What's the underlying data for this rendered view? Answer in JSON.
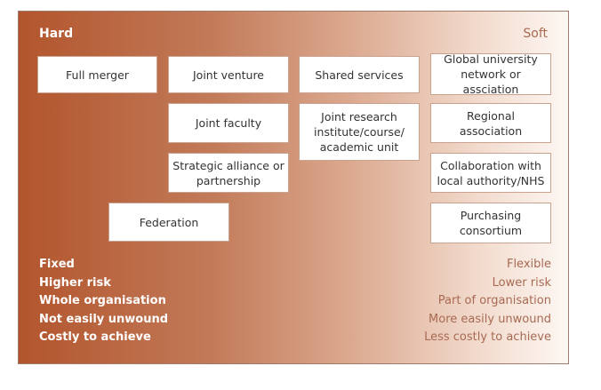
{
  "header": {
    "left": "Hard",
    "right": "Soft"
  },
  "boxes": {
    "full_merger": "Full merger",
    "joint_venture": "Joint venture",
    "shared_services": "Shared services",
    "global_network": "Global university network or assciation",
    "joint_faculty": "Joint faculty",
    "joint_research": "Joint research institute/course/ academic unit",
    "regional": "Regional association",
    "strategic": "Strategic alliance or partnership",
    "collaboration": "Collaboration with local authority/NHS",
    "federation": "Federation",
    "purchasing": "Purchasing consortium"
  },
  "left_traits": [
    "Fixed",
    "Higher risk",
    "Whole organisation",
    "Not easily unwound",
    "Costly to achieve"
  ],
  "right_traits": [
    "Flexible",
    "Lower risk",
    "Part of organisation",
    "More easily unwound",
    "Less costly to achieve"
  ],
  "colors": {
    "hard": "#b2552d",
    "soft": "#fdf7f3",
    "soft_text": "#a86a52"
  }
}
